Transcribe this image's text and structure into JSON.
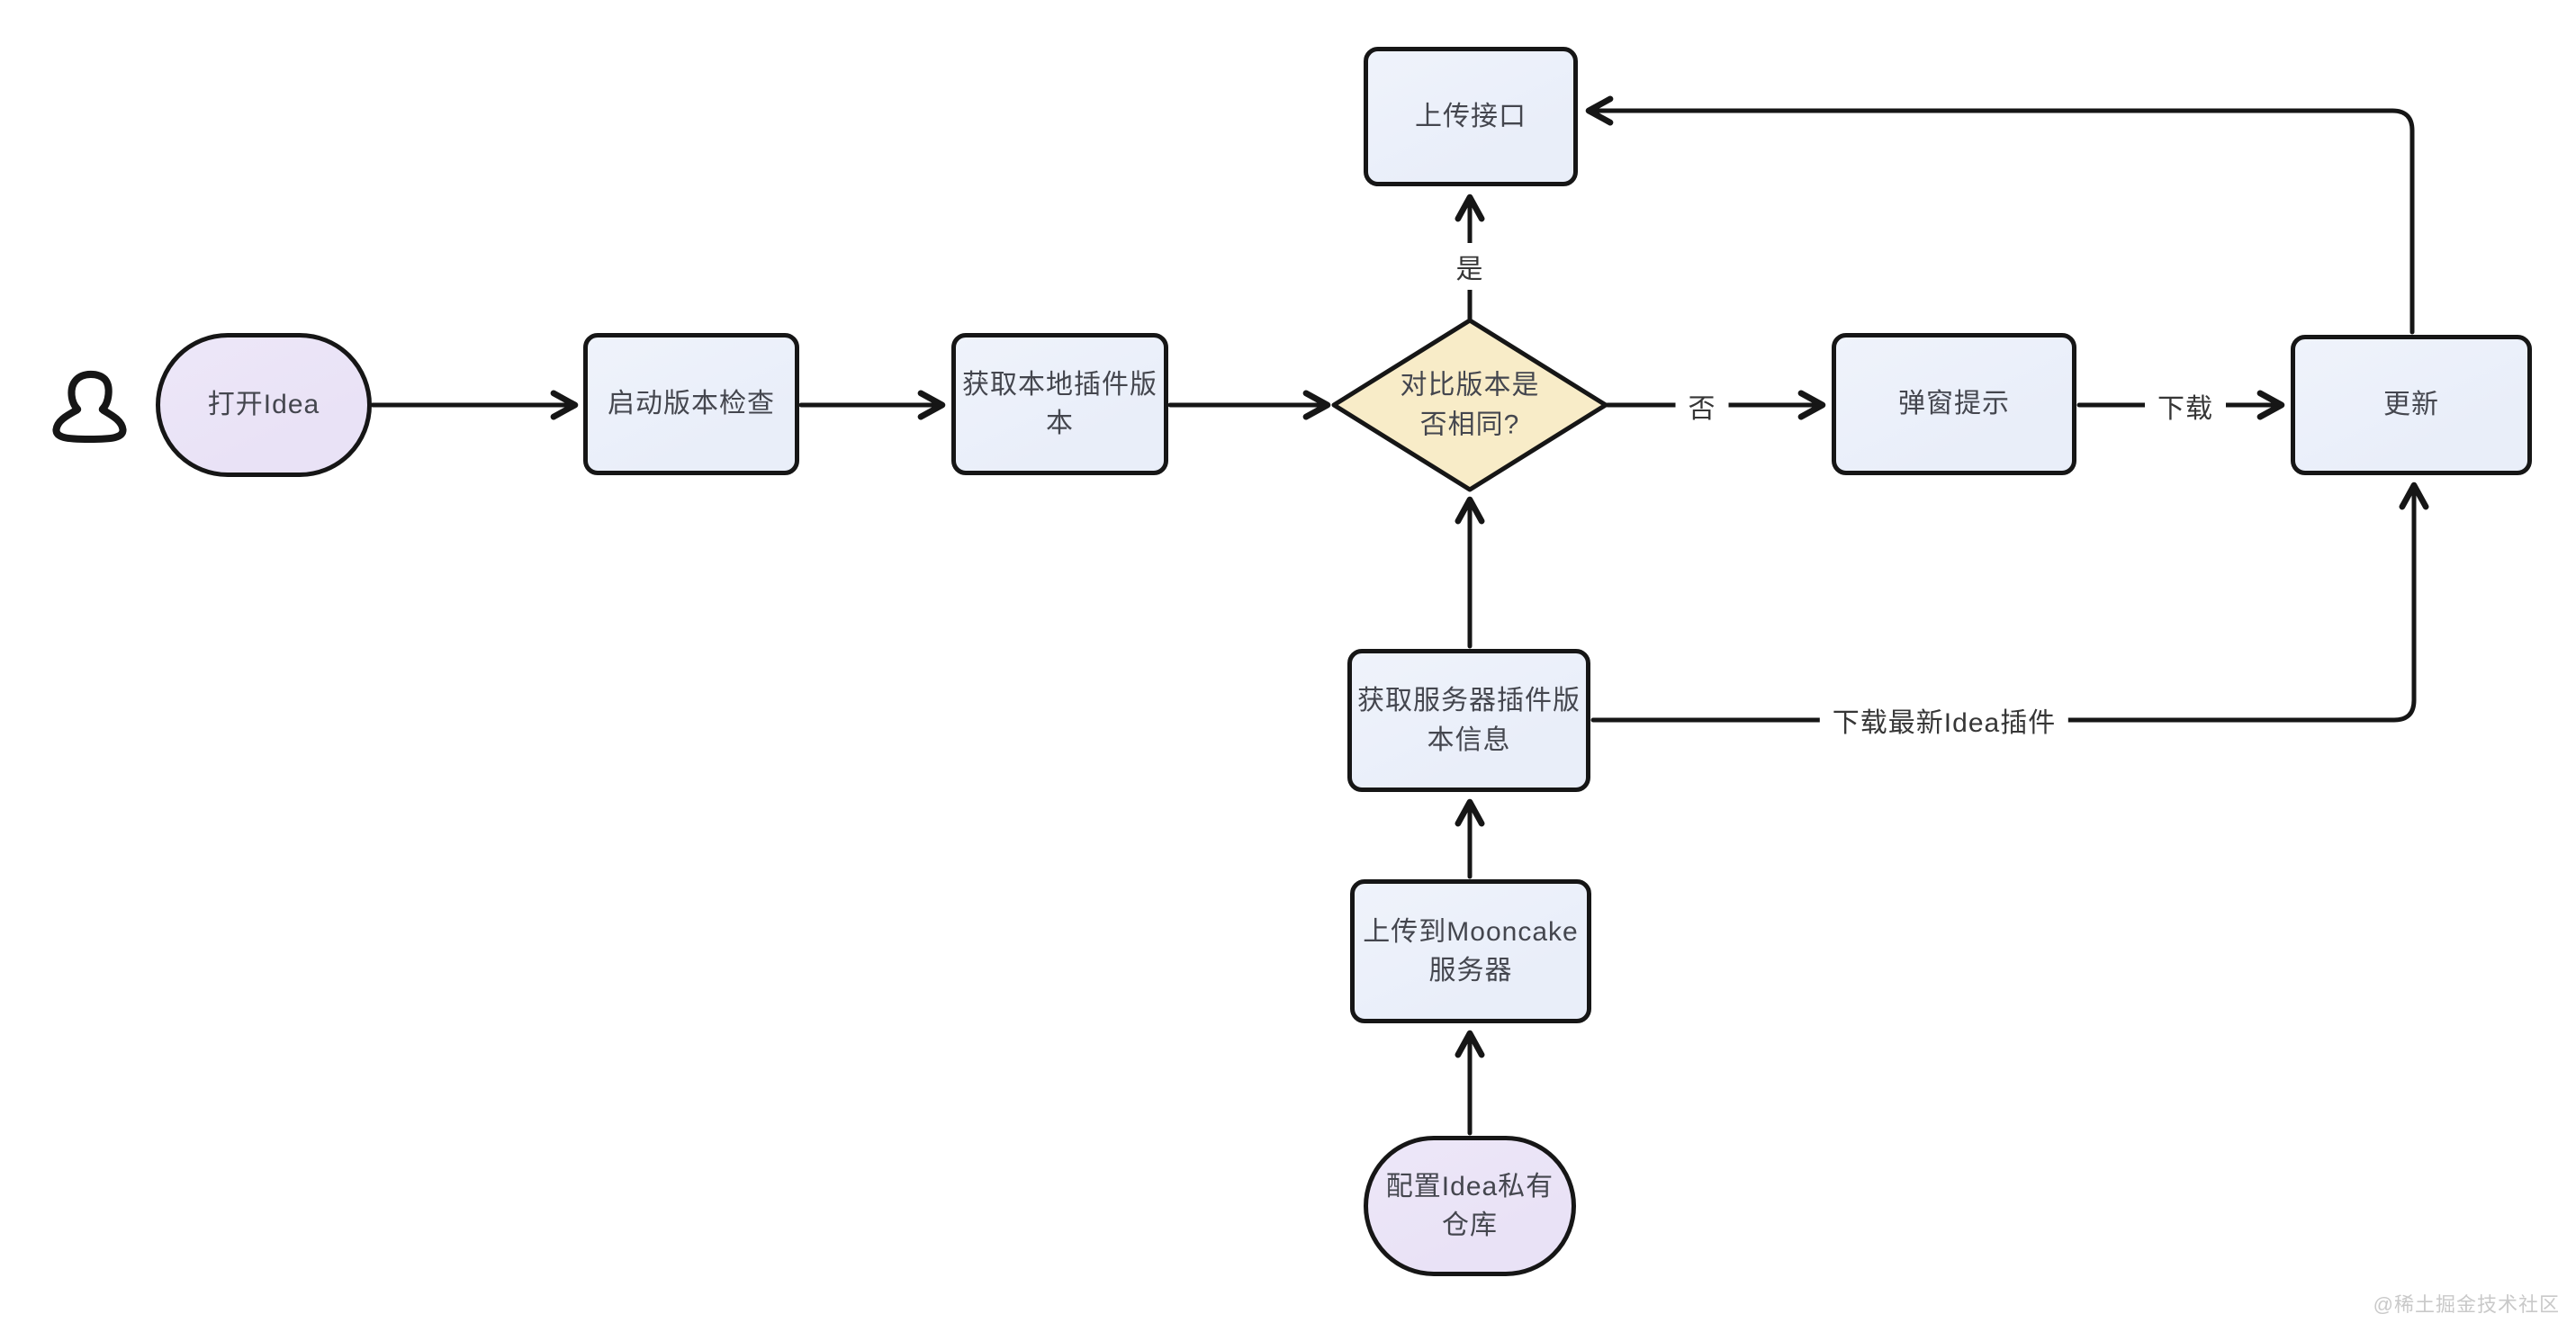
{
  "diagram": {
    "type": "flowchart",
    "colors": {
      "canvas_bg": "#ffffff",
      "process_fill": "#e9eef9",
      "terminal_fill": "#e9e2f6",
      "decision_fill": "#f8ecc8",
      "stroke": "#161616",
      "node_text": "#44464e",
      "edge_label_text": "#363636",
      "watermark_text": "#c9c9c9"
    },
    "nodes": {
      "actor": {
        "icon": "user-icon"
      },
      "open_idea": {
        "type": "terminal",
        "label": "打开Idea"
      },
      "start_version_check": {
        "type": "process",
        "label": "启动版本检查"
      },
      "get_local_plugin_version": {
        "type": "process",
        "label": "获取本地插件版\n本"
      },
      "compare_version": {
        "type": "decision",
        "label": "对比版本是\n否相同?"
      },
      "popup_prompt": {
        "type": "process",
        "label": "弹窗提示"
      },
      "update": {
        "type": "process",
        "label": "更新"
      },
      "upload_api": {
        "type": "process",
        "label": "上传接口"
      },
      "get_server_plugin_version": {
        "type": "process",
        "label": "获取服务器插件版\n本信息"
      },
      "upload_to_mooncake": {
        "type": "process",
        "label": "上传到Mooncake\n服务器"
      },
      "configure_idea_repo": {
        "type": "terminal",
        "label": "配置Idea私有\n仓库"
      }
    },
    "edge_labels": {
      "yes": "是",
      "no": "否",
      "download": "下载",
      "download_latest_plugin": "下载最新Idea插件"
    },
    "watermark": "@稀土掘金技术社区"
  }
}
